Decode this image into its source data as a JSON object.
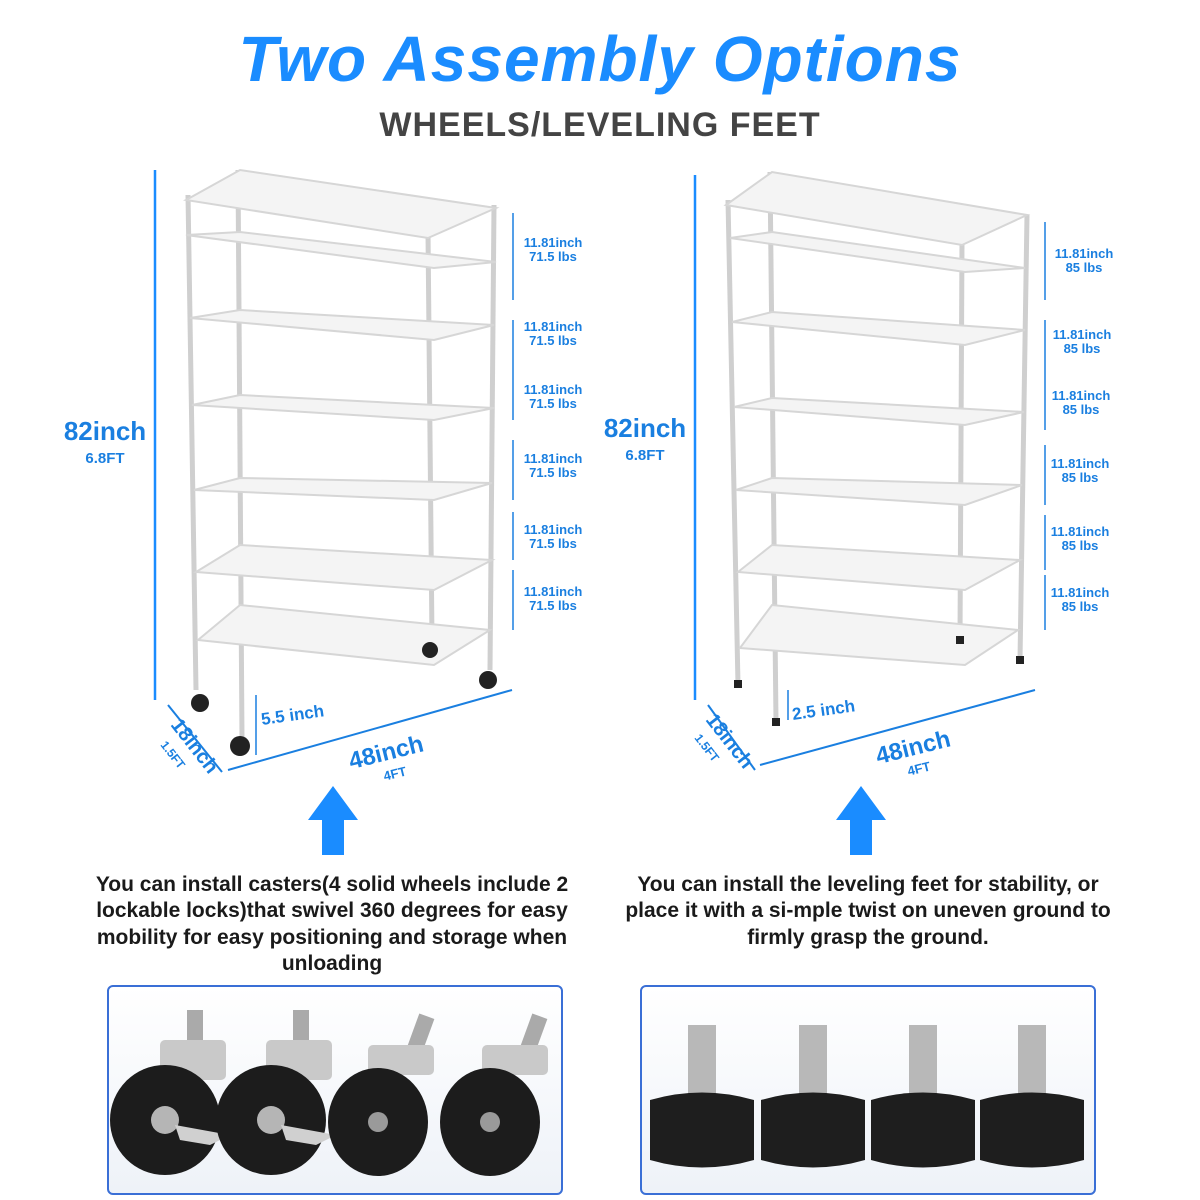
{
  "header": {
    "title": "Two Assembly Options",
    "subtitle": "WHEELS/LEVELING FEET"
  },
  "left_rack": {
    "height": "82inch",
    "height_ft": "6.8FT",
    "depth": "18inch",
    "depth_ft": "1.5FT",
    "width": "48inch",
    "width_ft": "4FT",
    "clearance": "5.5 inch",
    "tiers": [
      {
        "spacing": "11.81inch",
        "capacity": "71.5 lbs"
      },
      {
        "spacing": "11.81inch",
        "capacity": "71.5 lbs"
      },
      {
        "spacing": "11.81inch",
        "capacity": "71.5 lbs"
      },
      {
        "spacing": "11.81inch",
        "capacity": "71.5 lbs"
      },
      {
        "spacing": "11.81inch",
        "capacity": "71.5 lbs"
      },
      {
        "spacing": "11.81inch",
        "capacity": "71.5 lbs"
      }
    ],
    "description": "You can install casters(4 solid wheels include 2 lockable locks)that swivel 360 degrees for easy mobility for easy positioning and storage when unloading"
  },
  "right_rack": {
    "height": "82inch",
    "height_ft": "6.8FT",
    "depth": "18inch",
    "depth_ft": "1.5FT",
    "width": "48inch",
    "width_ft": "4FT",
    "clearance": "2.5 inch",
    "tiers": [
      {
        "spacing": "11.81inch",
        "capacity": "85 lbs"
      },
      {
        "spacing": "11.81inch",
        "capacity": "85 lbs"
      },
      {
        "spacing": "11.81inch",
        "capacity": "85 lbs"
      },
      {
        "spacing": "11.81inch",
        "capacity": "85 lbs"
      },
      {
        "spacing": "11.81inch",
        "capacity": "85 lbs"
      },
      {
        "spacing": "11.81inch",
        "capacity": "85 lbs"
      }
    ],
    "description": "You can install the leveling feet for stability, or place it with a si-mple twist on uneven ground to firmly grasp the ground."
  },
  "colors": {
    "accent": "#1a8cff",
    "dimension": "#1a7fe0",
    "panel_border": "#3a6fd6",
    "text": "#1a1a1a"
  }
}
